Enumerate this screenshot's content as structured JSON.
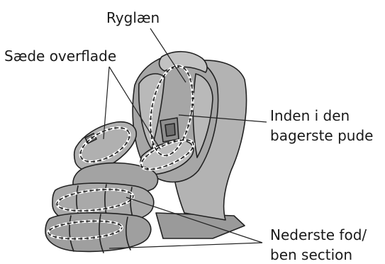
{
  "labels": {
    "backrest": "Ryglæn",
    "seat_surface": "Sæde overflade",
    "inner_cushion_line1": "Inden i den",
    "inner_cushion_line2": "bagerste pude",
    "leg_section_line1": "Nederste fod/",
    "leg_section_line2": "ben section"
  },
  "colors": {
    "chair_fill": "#a8a8a8",
    "chair_light": "#bdbdbd",
    "chair_dark": "#8a8a8a",
    "outline": "#222222",
    "highlight_zone": "#ffffff",
    "label_text": "#1a1a1a"
  }
}
